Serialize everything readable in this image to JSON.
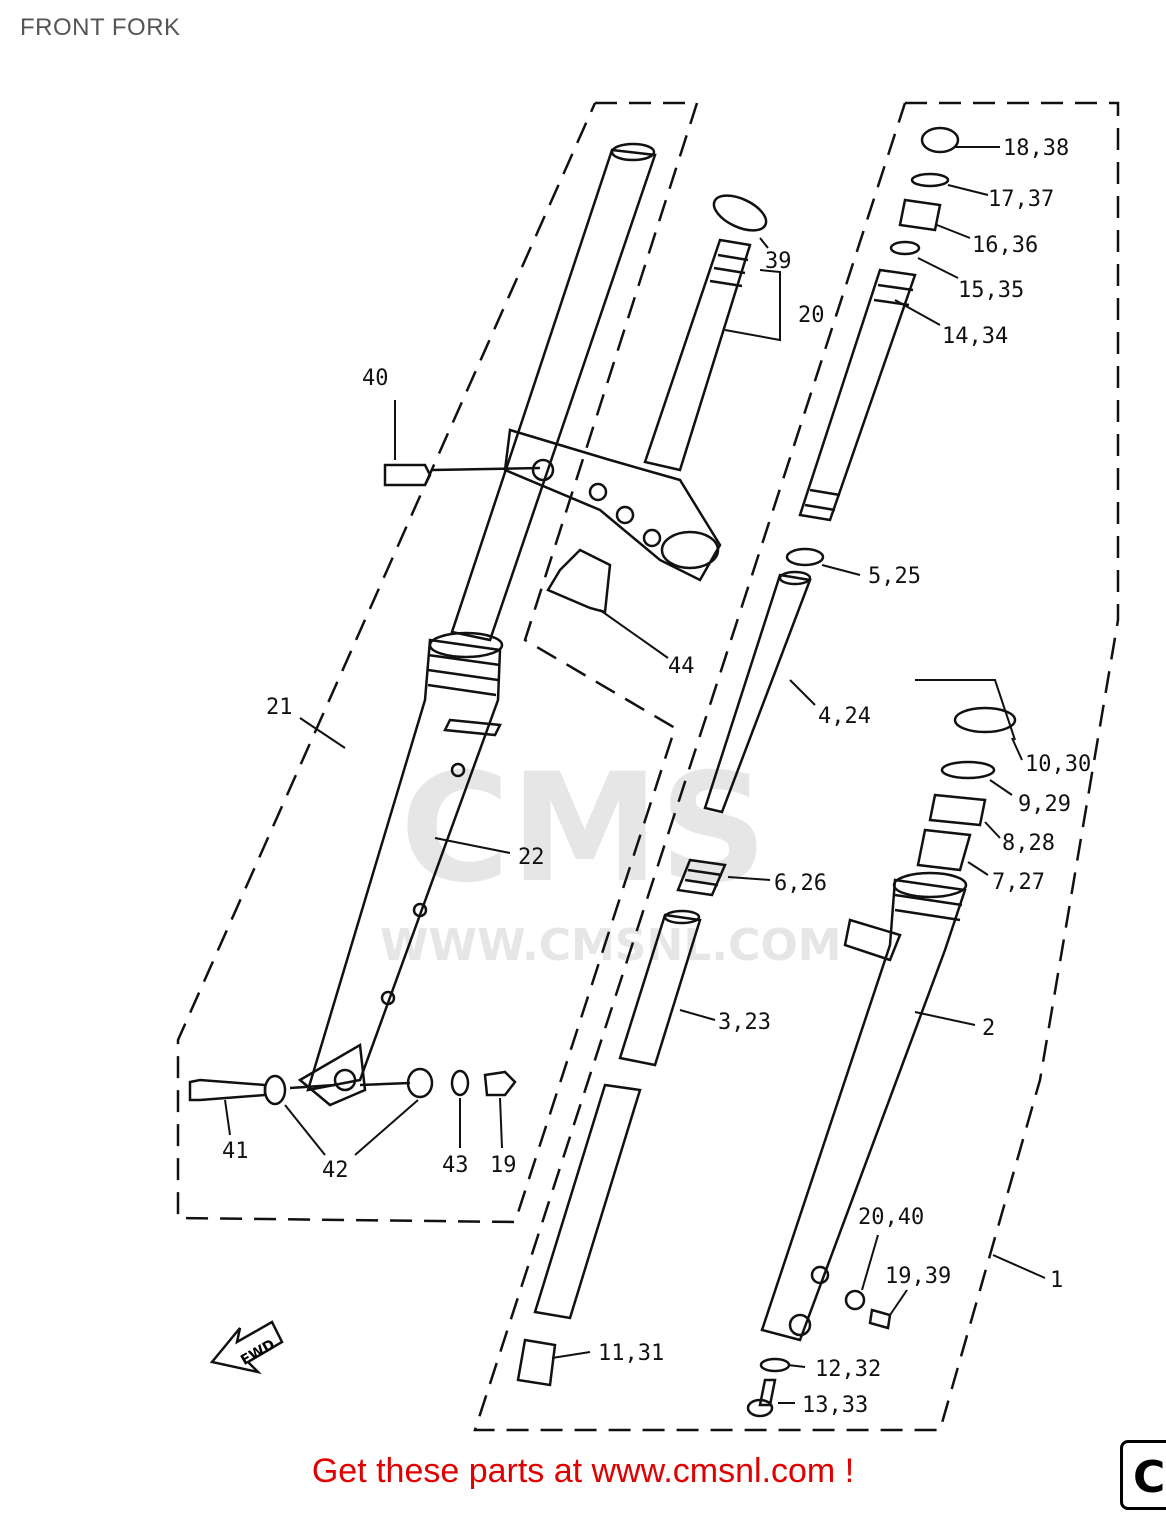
{
  "page": {
    "title": "FRONT FORK"
  },
  "watermark": {
    "brand": "CMS",
    "url": "WWW.CMSNL.COM"
  },
  "callouts": [
    {
      "id": "c-18-38",
      "label": "18,38"
    },
    {
      "id": "c-17-37",
      "label": "17,37"
    },
    {
      "id": "c-16-36",
      "label": "16,36"
    },
    {
      "id": "c-39",
      "label": "39"
    },
    {
      "id": "c-15-35",
      "label": "15,35"
    },
    {
      "id": "c-20",
      "label": "20"
    },
    {
      "id": "c-14-34",
      "label": "14,34"
    },
    {
      "id": "c-40",
      "label": "40"
    },
    {
      "id": "c-5-25",
      "label": "5,25"
    },
    {
      "id": "c-44",
      "label": "44"
    },
    {
      "id": "c-21",
      "label": "21"
    },
    {
      "id": "c-4-24",
      "label": "4,24"
    },
    {
      "id": "c-10-30",
      "label": "10,30"
    },
    {
      "id": "c-9-29",
      "label": "9,29"
    },
    {
      "id": "c-8-28",
      "label": "8,28"
    },
    {
      "id": "c-22",
      "label": "22"
    },
    {
      "id": "c-7-27",
      "label": "7,27"
    },
    {
      "id": "c-6-26",
      "label": "6,26"
    },
    {
      "id": "c-3-23",
      "label": "3,23"
    },
    {
      "id": "c-2",
      "label": "2"
    },
    {
      "id": "c-41",
      "label": "41"
    },
    {
      "id": "c-42",
      "label": "42"
    },
    {
      "id": "c-43",
      "label": "43"
    },
    {
      "id": "c-19",
      "label": "19"
    },
    {
      "id": "c-20-40",
      "label": "20,40"
    },
    {
      "id": "c-19-39",
      "label": "19,39"
    },
    {
      "id": "c-1",
      "label": "1"
    },
    {
      "id": "c-11-31",
      "label": "11,31"
    },
    {
      "id": "c-12-32",
      "label": "12,32"
    },
    {
      "id": "c-13-33",
      "label": "13,33"
    }
  ],
  "fwd_arrow": {
    "label": "FWD"
  },
  "footer": {
    "text": "Get these parts at www.cmsnl.com !",
    "color": "#e00000"
  },
  "corner": {
    "letter": "C"
  }
}
